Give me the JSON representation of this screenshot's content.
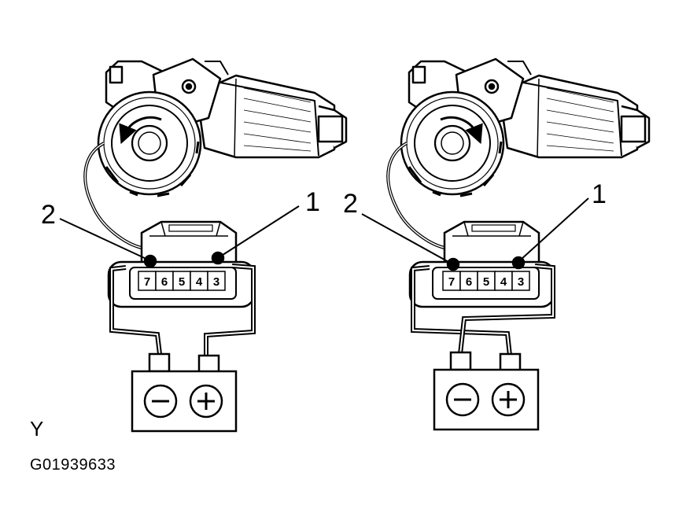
{
  "view_letter": "Y",
  "figure_id": "G01939633",
  "callouts": {
    "terminal_1": "1",
    "terminal_2": "2"
  },
  "connector_pins": [
    "7",
    "6",
    "5",
    "4",
    "3"
  ],
  "battery": {
    "negative_symbol": "−",
    "positive_symbol": "+"
  },
  "views": [
    {
      "name": "left",
      "rotation_arrow": "counter-clockwise"
    },
    {
      "name": "right",
      "rotation_arrow": "clockwise"
    }
  ]
}
